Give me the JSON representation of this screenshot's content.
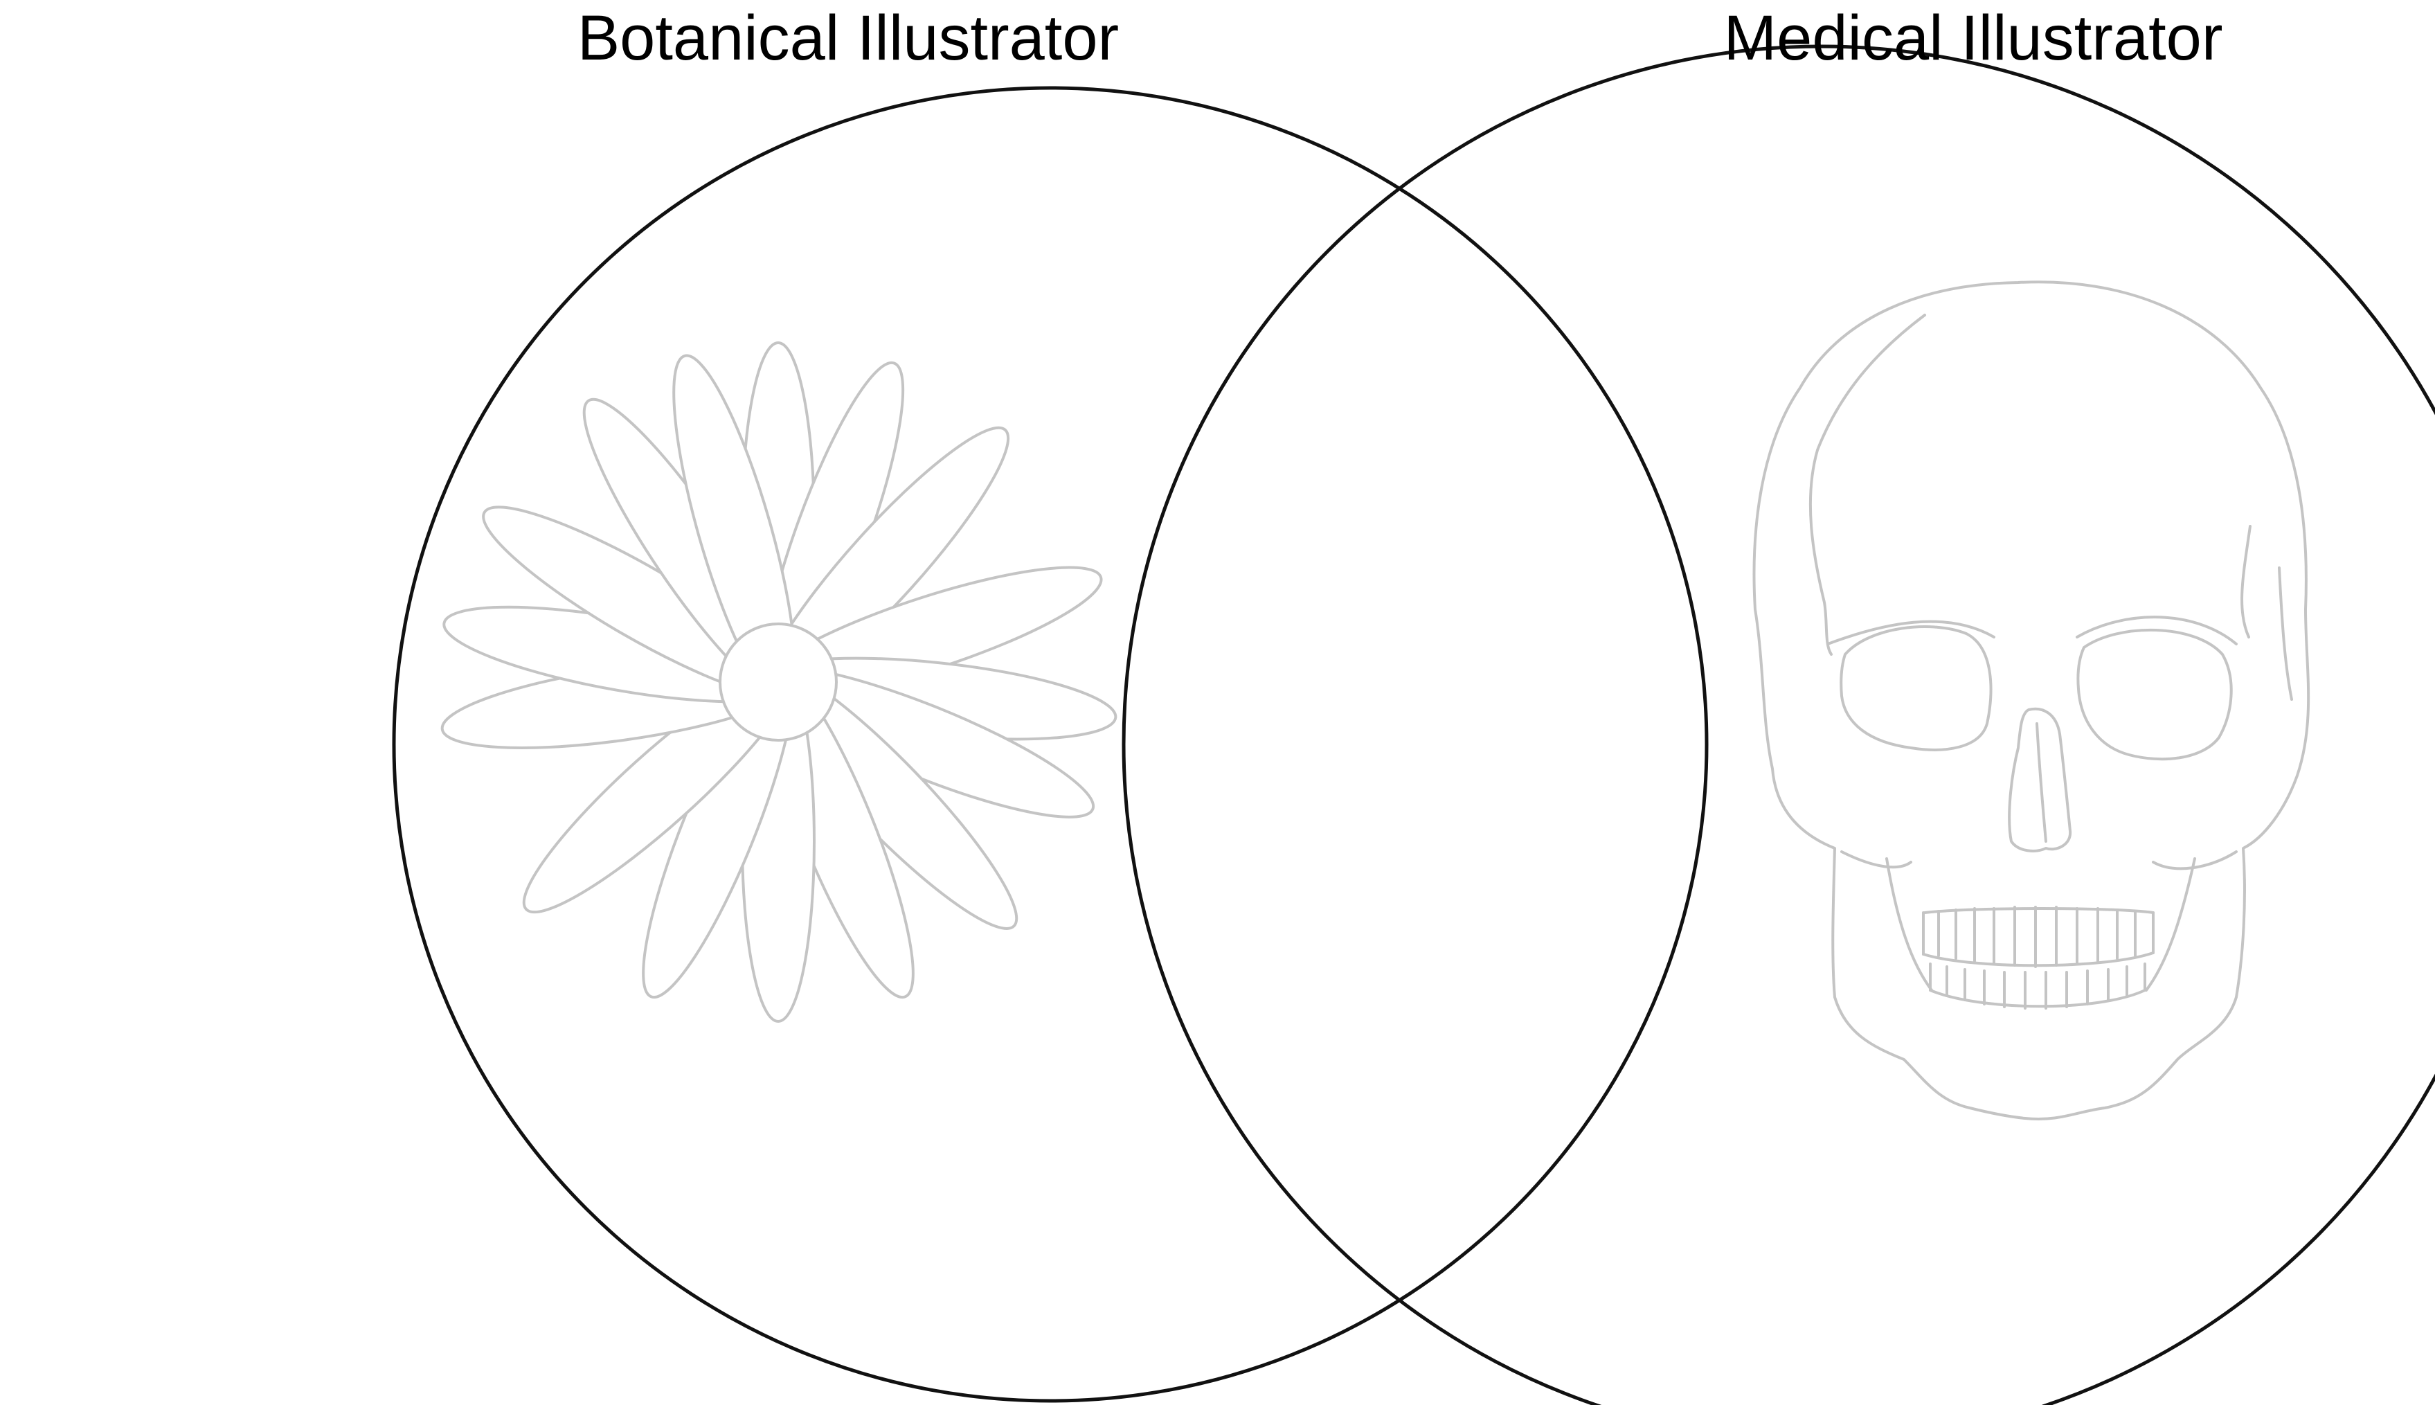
{
  "diagram": {
    "type": "venn",
    "sets": [
      {
        "label": "Botanical Illustrator",
        "illustration": "daisy-flower-icon"
      },
      {
        "label": "Medical Illustrator",
        "illustration": "human-skull-icon"
      }
    ],
    "colors": {
      "circle_stroke": "#111111",
      "illustration_stroke": "#c4c4c4",
      "background": "#ffffff"
    }
  }
}
